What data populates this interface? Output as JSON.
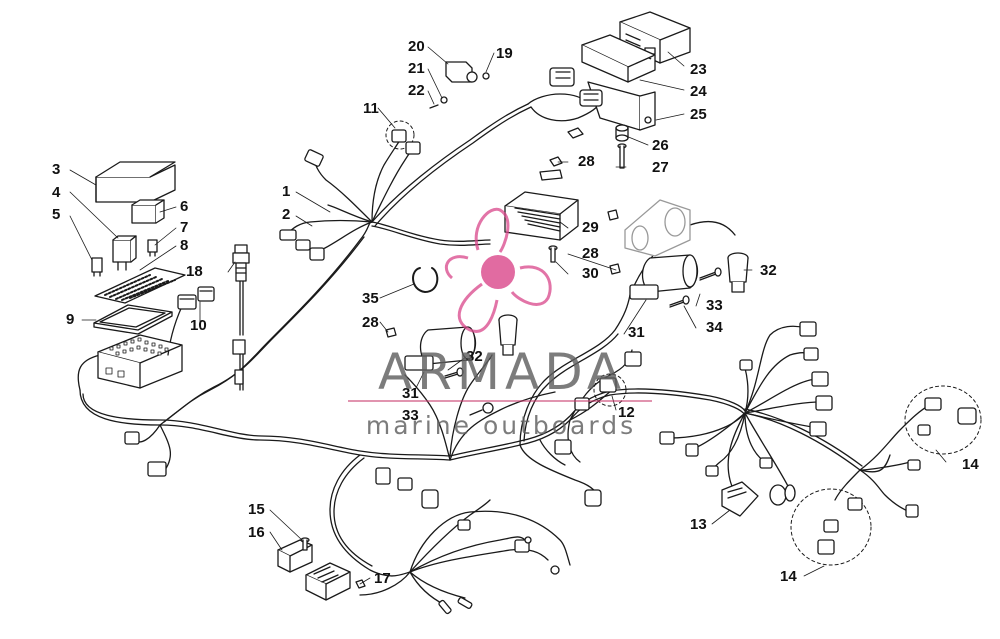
{
  "diagram": {
    "labels": [
      "1",
      "2",
      "3",
      "4",
      "5",
      "6",
      "7",
      "8",
      "9",
      "10",
      "11",
      "12",
      "13",
      "14",
      "14",
      "15",
      "16",
      "17",
      "18",
      "19",
      "20",
      "21",
      "22",
      "23",
      "24",
      "25",
      "26",
      "27",
      "28",
      "28",
      "28",
      "29",
      "30",
      "31",
      "31",
      "32",
      "32",
      "33",
      "33",
      "34",
      "35"
    ]
  },
  "watermark": {
    "brand": "ARMADA",
    "tagline": "marine outboards",
    "logo_icon": "propeller-logo-icon",
    "color_pink": "#d9468a",
    "color_gray": "#5f5f5f"
  }
}
